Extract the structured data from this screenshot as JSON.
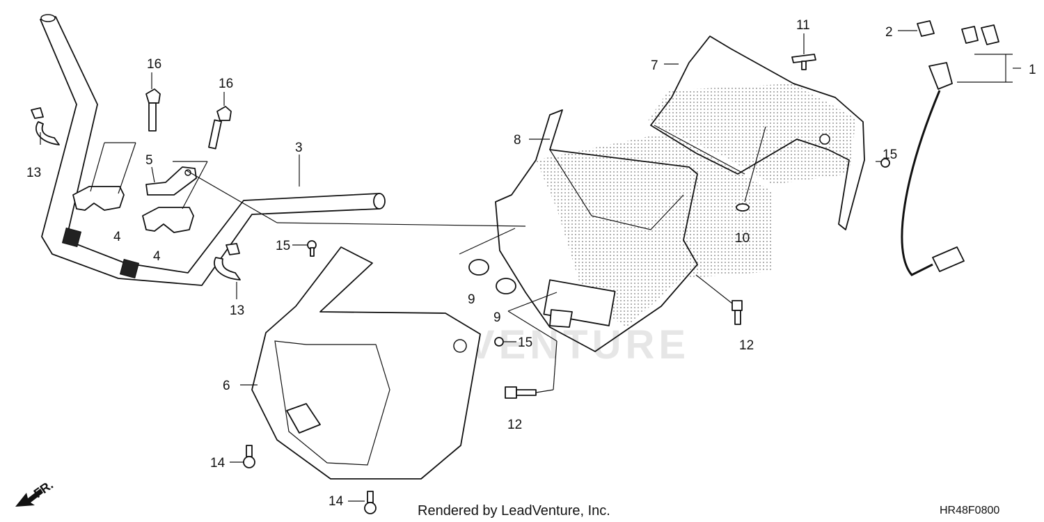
{
  "diagram": {
    "callouts": {
      "c1": "1",
      "c2": "2",
      "c3": "3",
      "c4a": "4",
      "c4b": "4",
      "c5": "5",
      "c6": "6",
      "c7": "7",
      "c8": "8",
      "c9a": "9",
      "c9b": "9",
      "c10": "10",
      "c11": "11",
      "c12a": "12",
      "c12b": "12",
      "c13a": "13",
      "c13b": "13",
      "c14a": "14",
      "c14b": "14",
      "c15a": "15",
      "c15b": "15",
      "c15c": "15",
      "c16a": "16",
      "c16b": "16"
    },
    "front_label": "FR.",
    "footer": "Rendered by LeadVenture, Inc.",
    "diagram_code": "HR48F0800",
    "watermark": "LEADVENTURE"
  }
}
